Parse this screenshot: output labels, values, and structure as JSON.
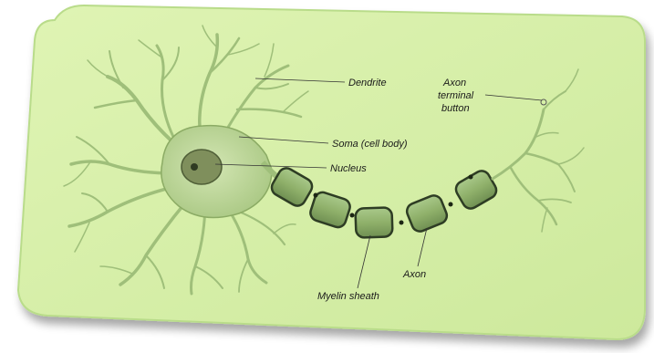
{
  "colors": {
    "panel": "#d6f0a6",
    "panel_edge": "#b6d88a",
    "cell": "#b4cf8c",
    "cell_stroke": "#6f8f52",
    "nucleus": "#6b7a4e",
    "myelin": "#93b56c",
    "myelin_stroke": "#2e3d24"
  },
  "labels": {
    "dendrite": "Dendrite",
    "soma": "Soma (cell body)",
    "nucleus": "Nucleus",
    "axon_terminal_line1": "Axon",
    "axon_terminal_line2": "terminal",
    "axon_terminal_line3": "button",
    "axon": "Axon",
    "myelin_sheath": "Myelin sheath"
  }
}
